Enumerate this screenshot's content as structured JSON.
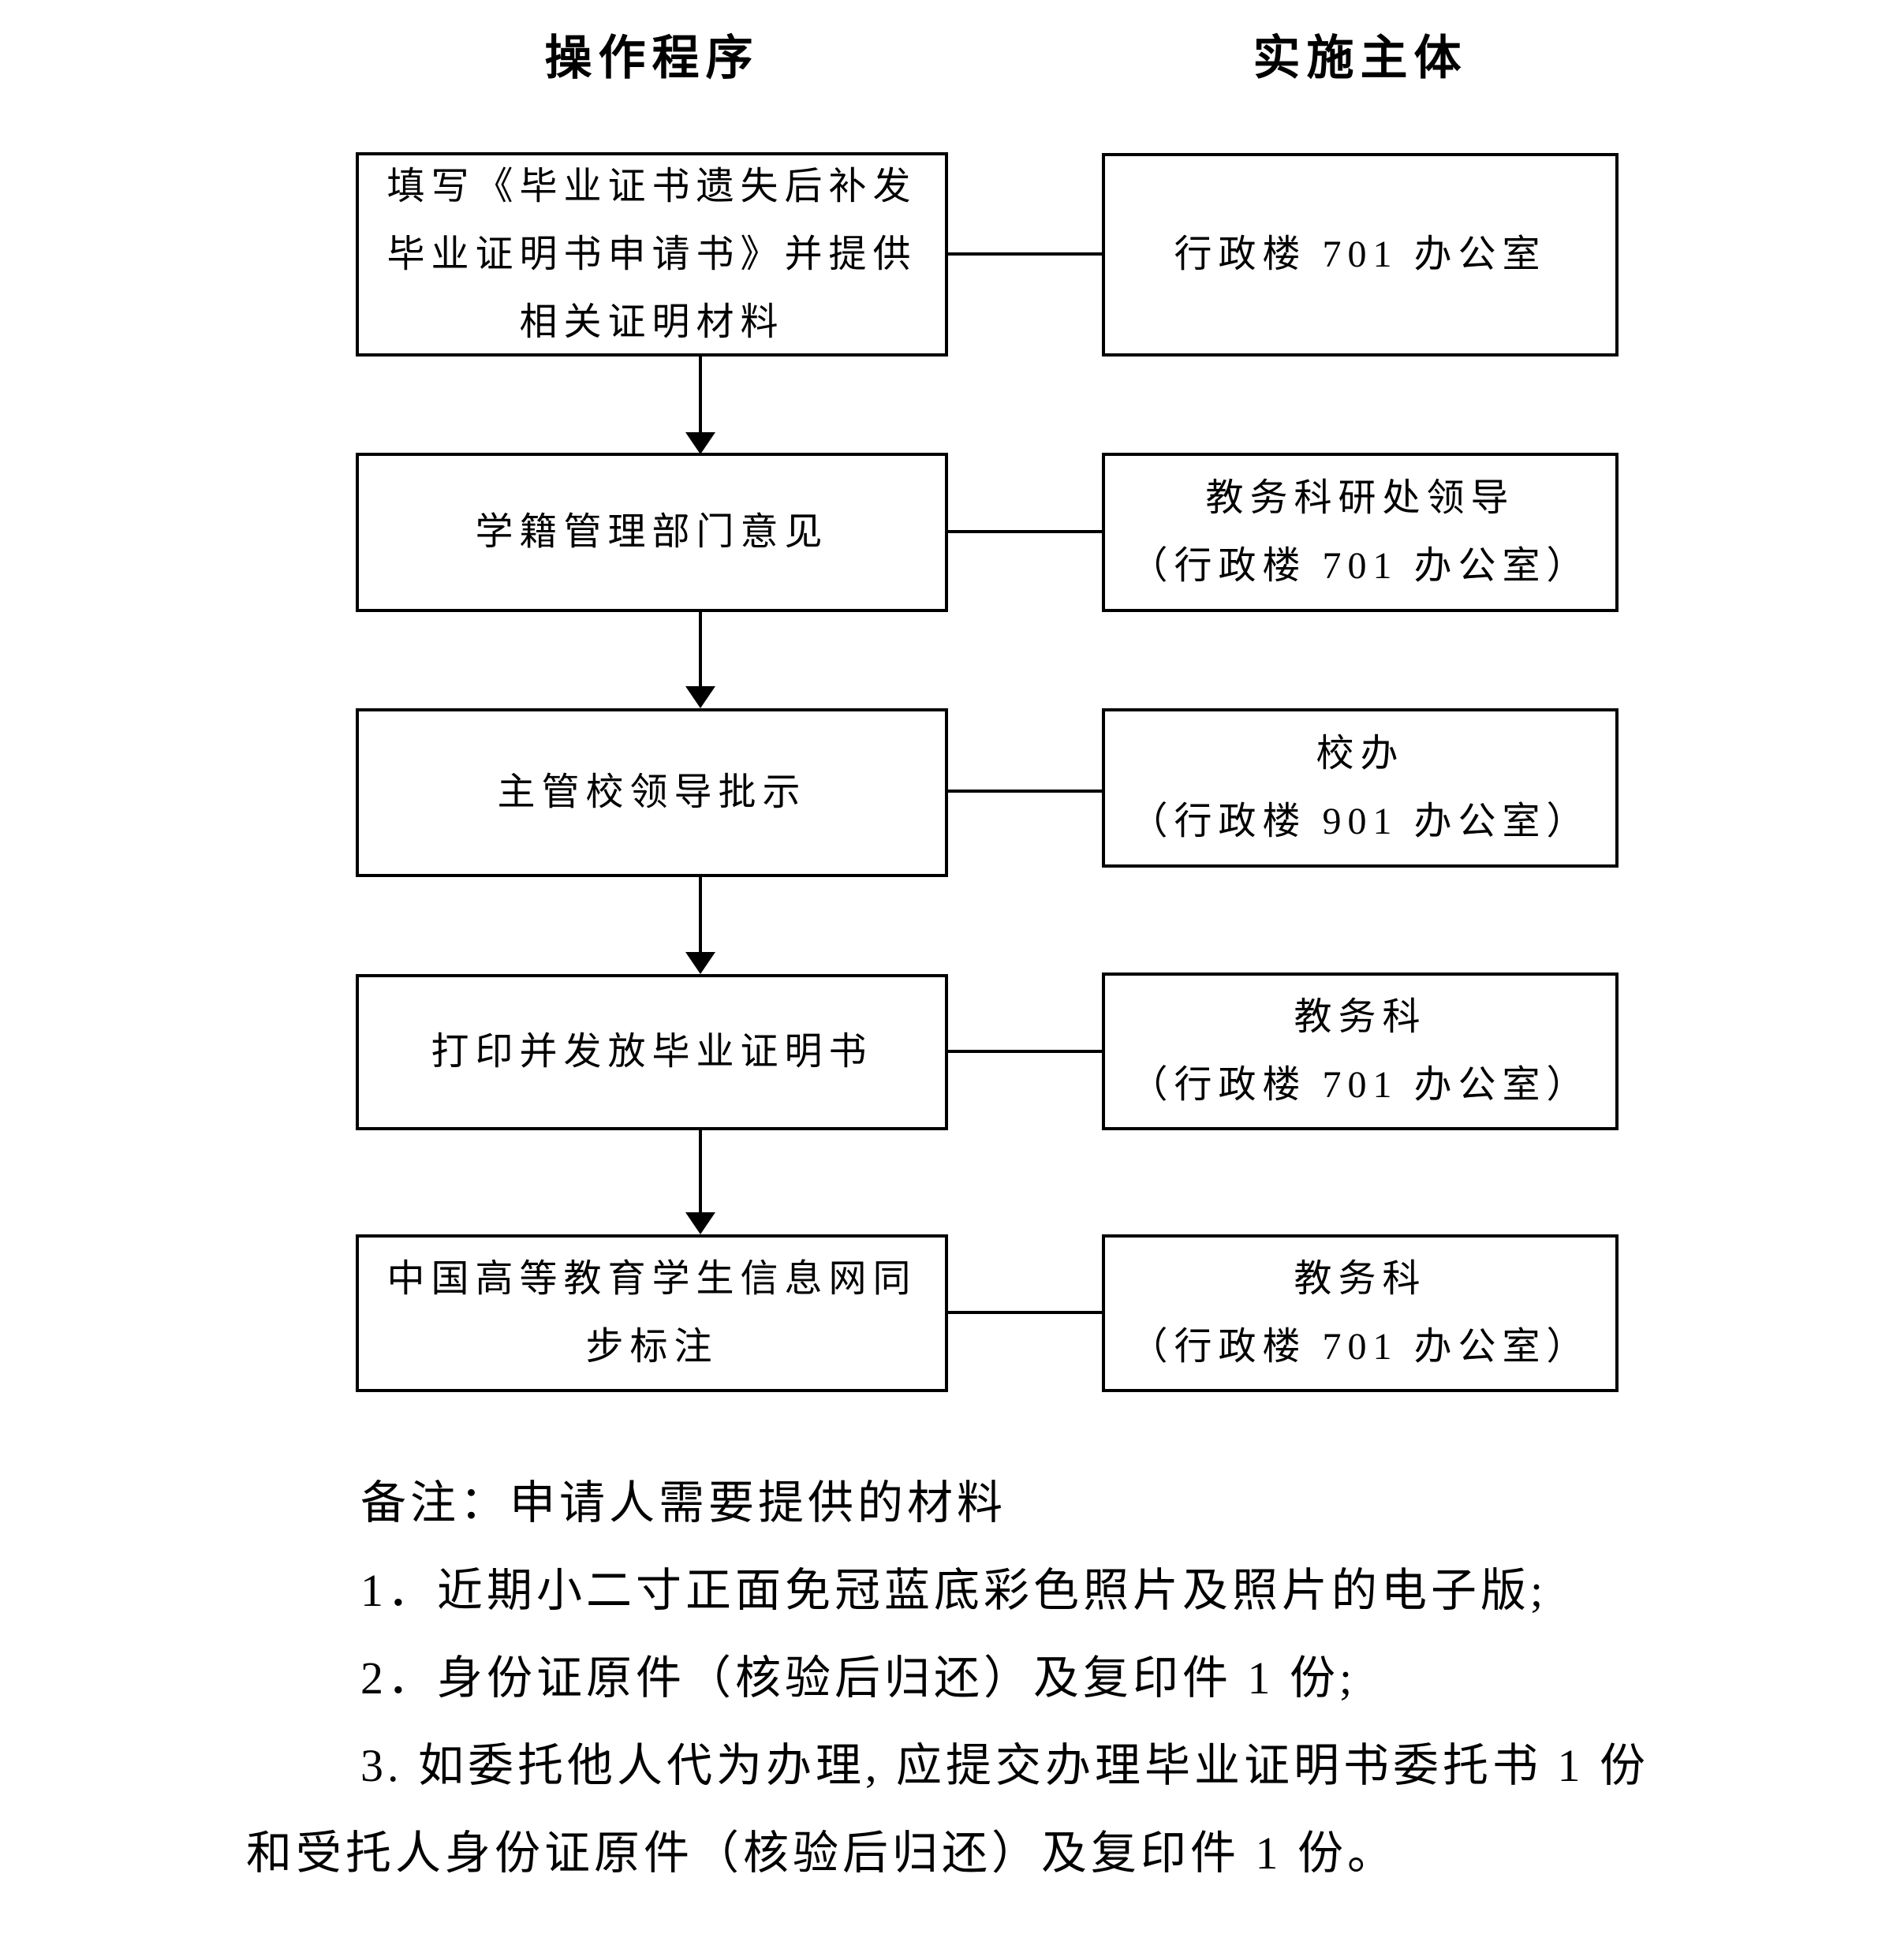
{
  "page": {
    "background": "#ffffff",
    "ink": "#000000"
  },
  "headers": {
    "procedure": "操作程序",
    "actor": "实施主体"
  },
  "rows": [
    {
      "step": "填写《毕业证书遗失后补发\n毕业证明书申请书》并提供\n相关证明材料",
      "actor": "行政楼 701 办公室"
    },
    {
      "step": "学籍管理部门意见",
      "actor": "教务科研处领导\n（行政楼 701 办公室）"
    },
    {
      "step": "主管校领导批示",
      "actor": "校办\n（行政楼 901 办公室）"
    },
    {
      "step": "打印并发放毕业证明书",
      "actor": "教务科\n（行政楼 701 办公室）"
    },
    {
      "step": "中国高等教育学生信息网同\n步标注",
      "actor": "教务科\n（行政楼 701 办公室）"
    }
  ],
  "notes": {
    "title": "备注：申请人需要提供的材料",
    "items": [
      "1．近期小二寸正面免冠蓝底彩色照片及照片的电子版;",
      "2．身份证原件（核验后归还）及复印件 1 份;",
      "3. 如委托他人代为办理, 应提交办理毕业证明书委托书 1 份"
    ],
    "continuation": "和受托人身份证原件（核验后归还）及复印件 1 份。"
  }
}
